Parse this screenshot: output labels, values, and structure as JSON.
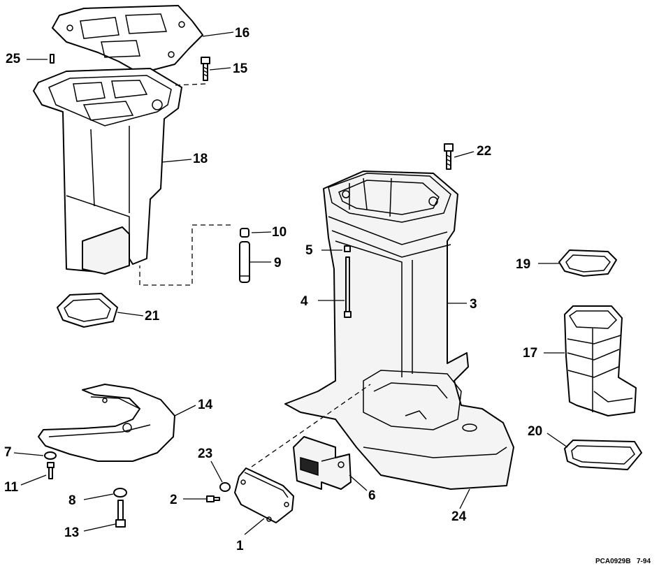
{
  "labels": {
    "l1": "1",
    "l2": "2",
    "l3": "3",
    "l4": "4",
    "l5": "5",
    "l6": "6",
    "l7": "7",
    "l8": "8",
    "l9": "9",
    "l10": "10",
    "l11": "11",
    "l13": "13",
    "l14": "14",
    "l15": "15",
    "l16": "16",
    "l17": "17",
    "l18": "18",
    "l19": "19",
    "l20": "20",
    "l21": "21",
    "l22": "22",
    "l23": "23",
    "l24": "24",
    "l25": "25"
  },
  "footer": {
    "code": "PCA0929B",
    "date": "7-94"
  }
}
